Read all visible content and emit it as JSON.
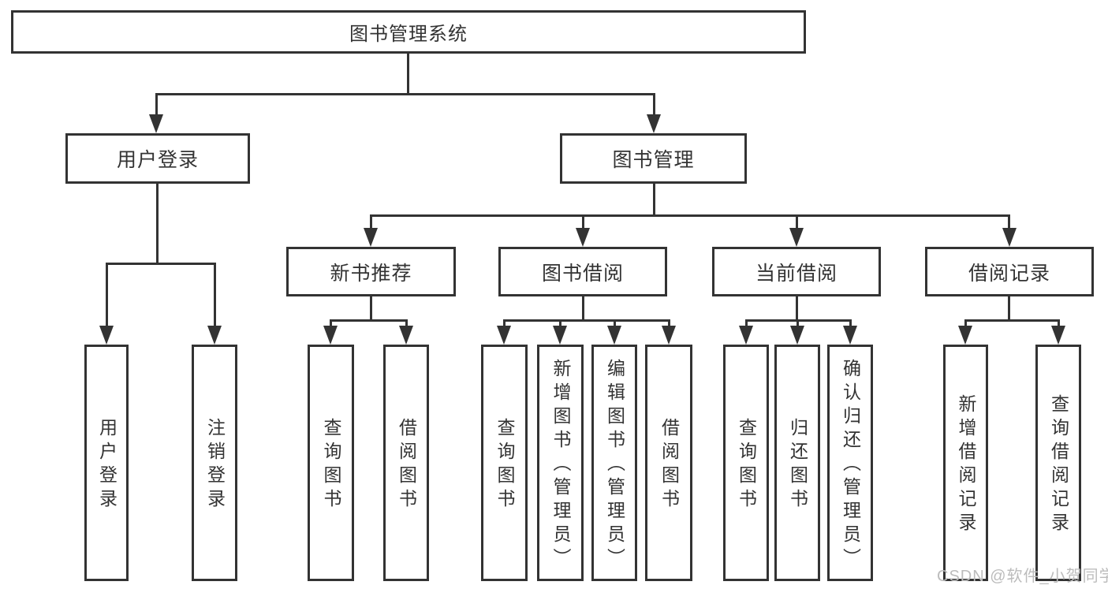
{
  "nodes": {
    "root": "图书管理系统",
    "user_login": "用户登录",
    "book_mgmt": "图书管理",
    "new_book": "新书推荐",
    "book_borrow": "图书借阅",
    "current_borrow": "当前借阅",
    "borrow_record": "借阅记录"
  },
  "leaves": {
    "user_login": [
      "用户登录",
      "注销登录"
    ],
    "new_book": [
      "查询图书",
      "借阅图书"
    ],
    "book_borrow": [
      "查询图书",
      "新增图书（管理员）",
      "编辑图书（管理员）",
      "借阅图书"
    ],
    "current_borrow": [
      "查询图书",
      "归还图书",
      "确认归还（管理员）"
    ],
    "borrow_record": [
      "新增借阅记录",
      "查询借阅记录"
    ]
  },
  "watermark": "CSDN @软件_小贺同学",
  "colors": {
    "line": "#333333",
    "text": "#333333",
    "watermark": "#bcbcbc",
    "background": "#ffffff"
  }
}
